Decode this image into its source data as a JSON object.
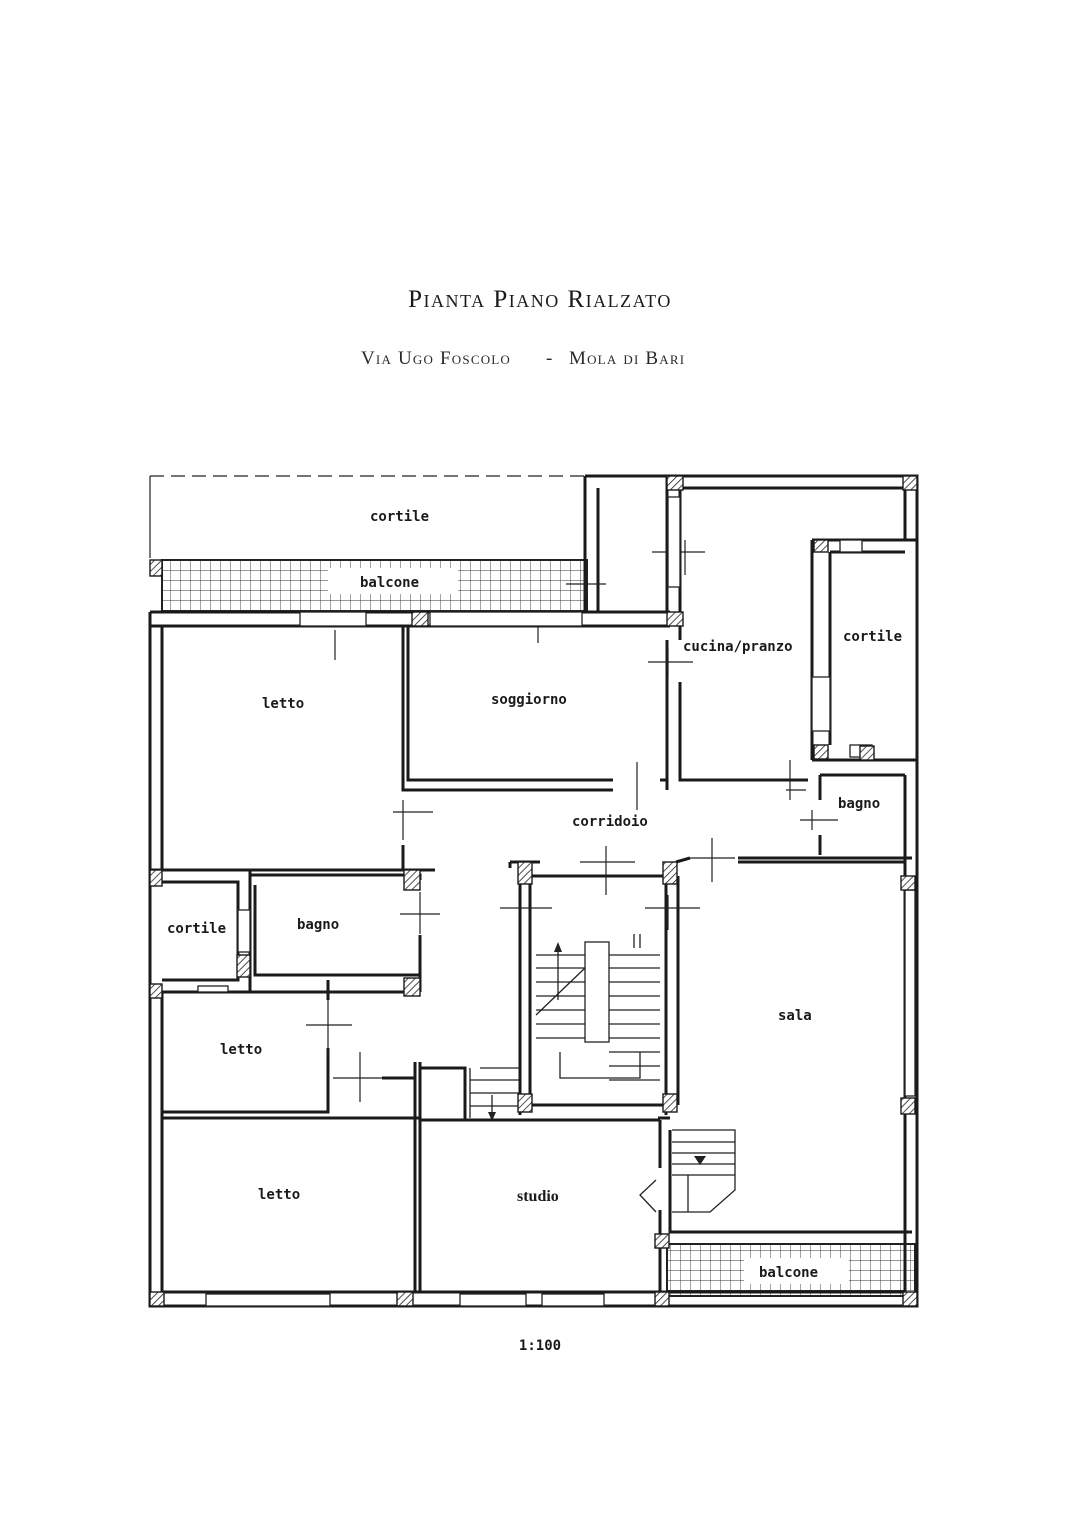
{
  "title": "Pianta Piano Rialzato",
  "subtitle": {
    "street": "Via Ugo Foscolo",
    "separator": "-",
    "city": "Mola di Bari"
  },
  "rooms": {
    "cortile_top": "cortile",
    "balcone_top": "balcone",
    "cucina_pranzo": "cucina/pranzo",
    "cortile_right": "cortile",
    "letto_1": "letto",
    "soggiorno": "soggiorno",
    "bagno_right": "bagno",
    "corridoio": "corridoio",
    "cortile_left": "cortile",
    "bagno_left": "bagno",
    "sala": "sala",
    "letto_2": "letto",
    "letto_3": "letto",
    "studio": "studio",
    "balcone_bottom": "balcone"
  },
  "scale": "1:100"
}
